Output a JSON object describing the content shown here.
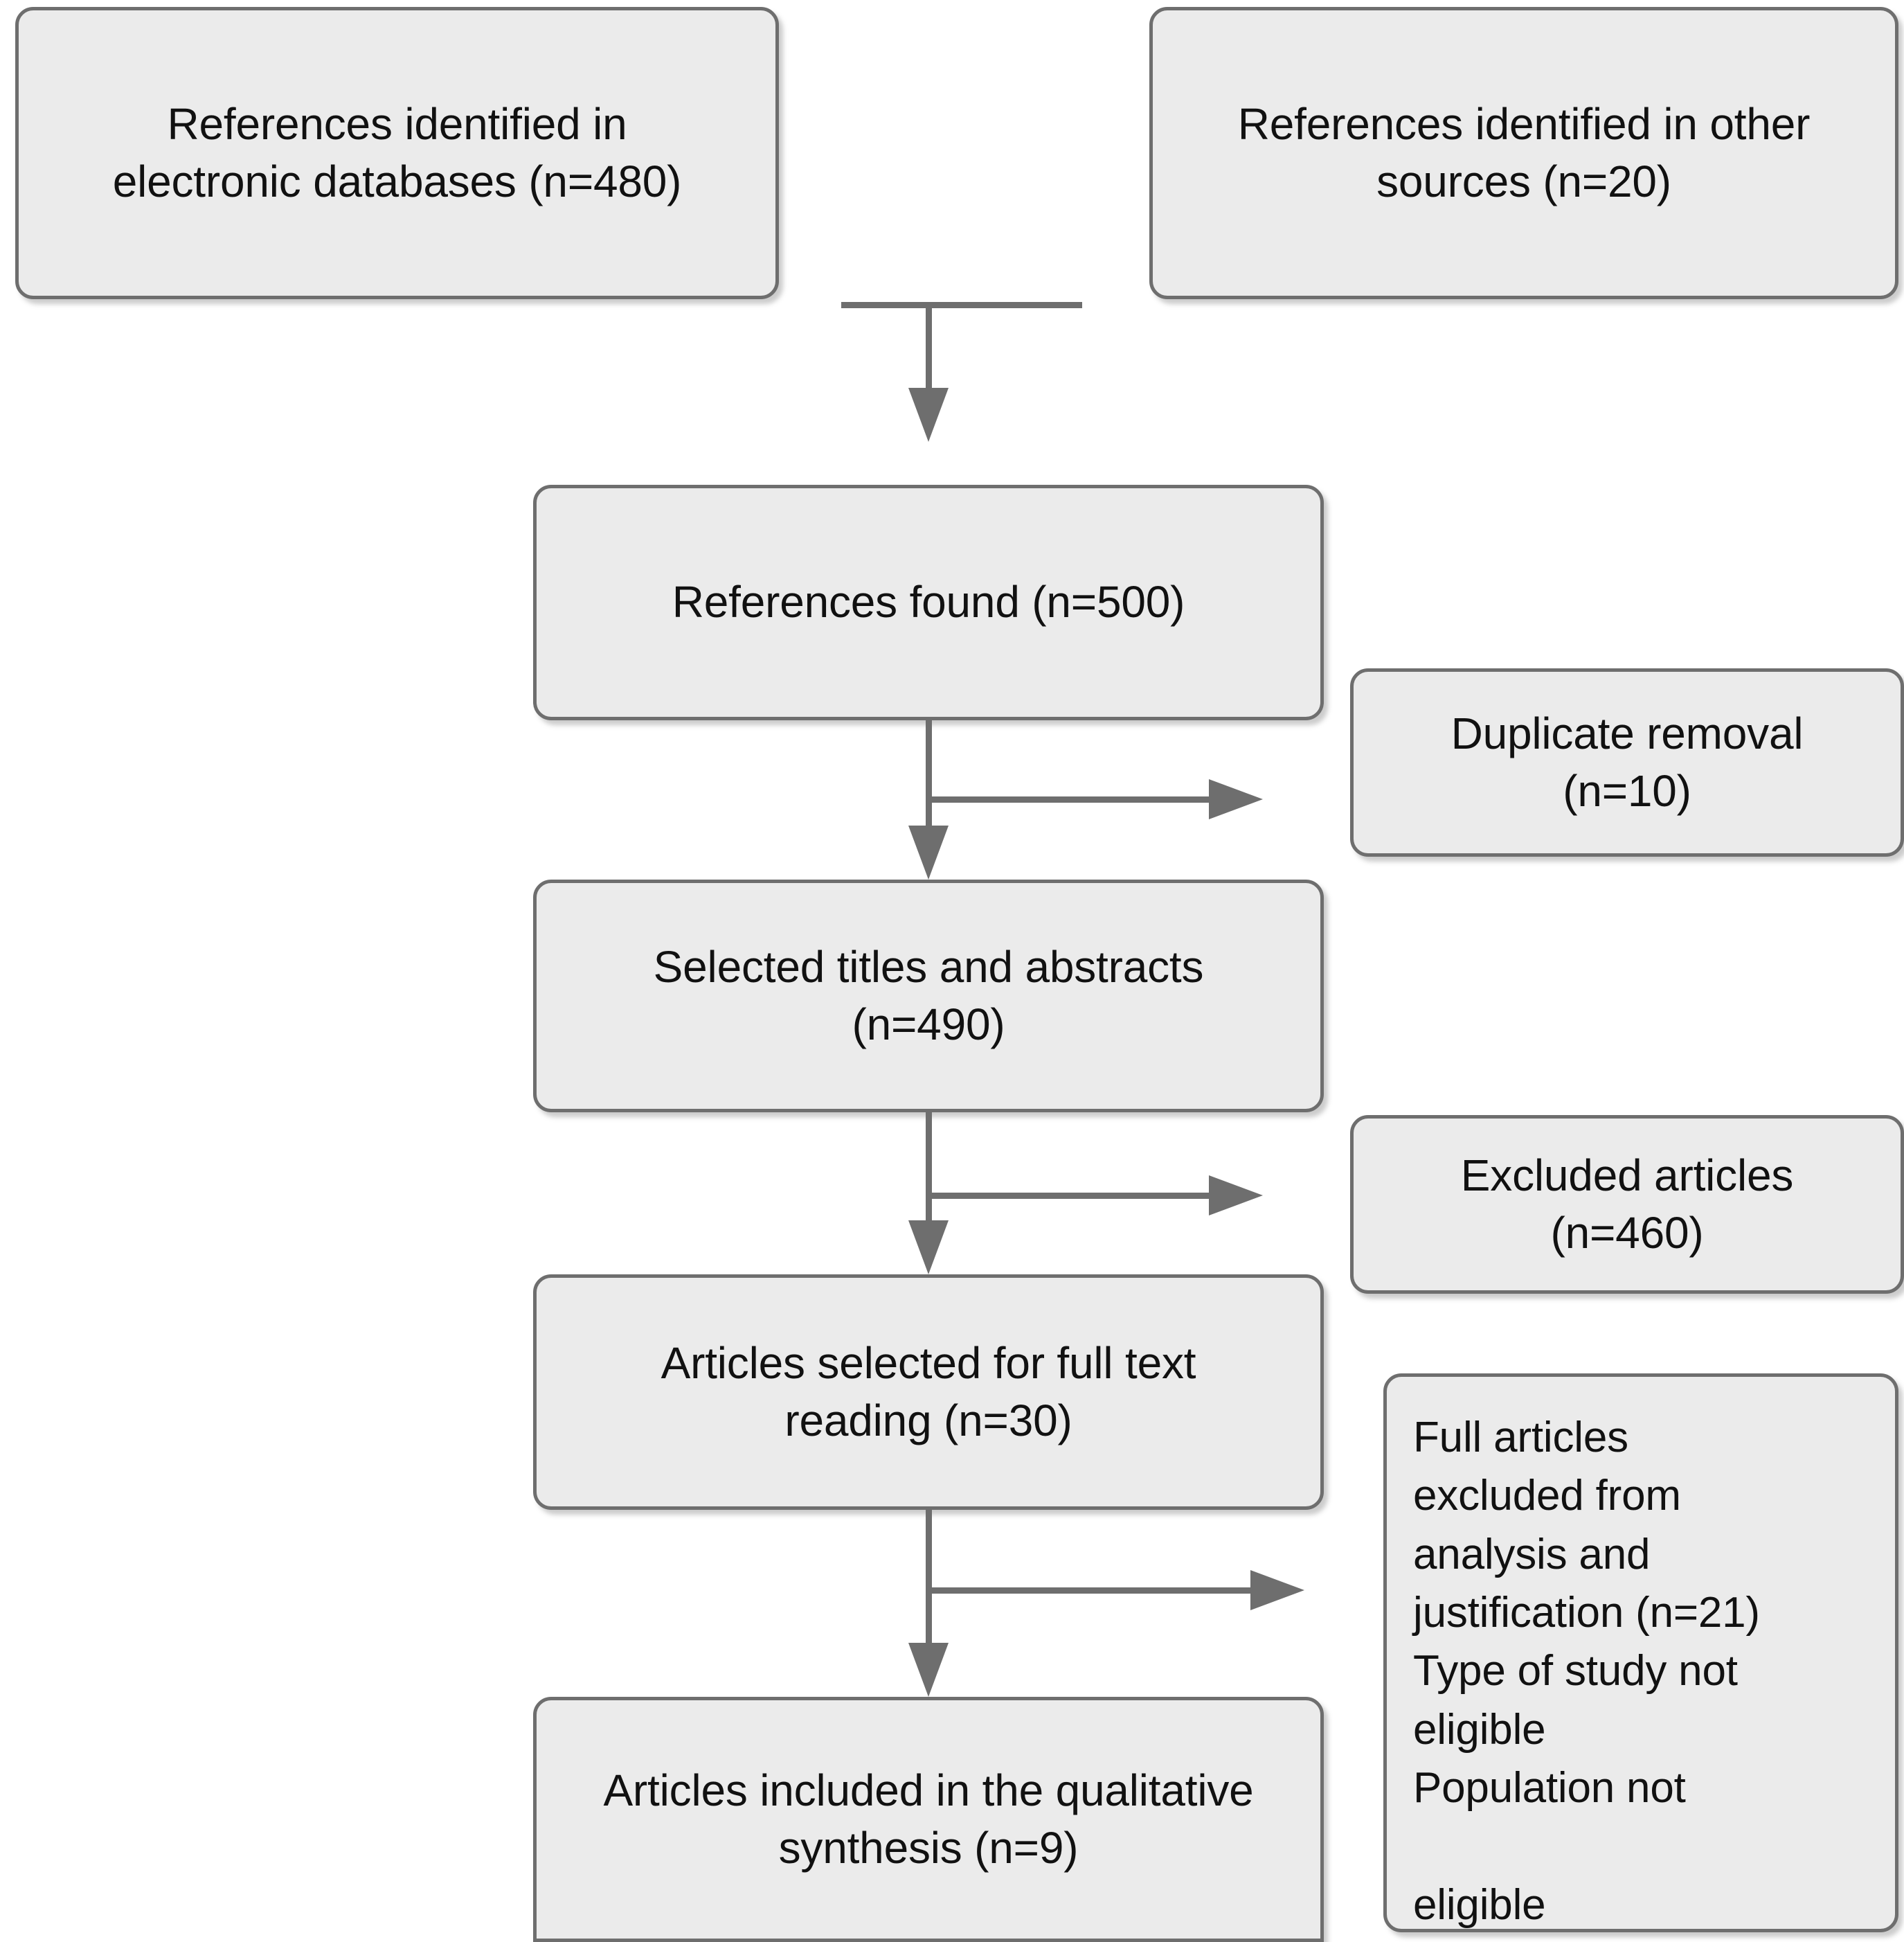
{
  "diagram": {
    "type": "prisma-flow-diagram",
    "background_color": "#ffffff",
    "box_fill_color": "#ebebeb",
    "box_border_color": "#6e6e6e",
    "connector_color": "#6e6e6e",
    "text_color": "#111111"
  },
  "nodes": {
    "electronic_databases": {
      "label": "References identified in\nelectronic databases (n=480)",
      "count": 480
    },
    "other_sources": {
      "label": "References identified in other\nsources (n=20)",
      "count": 20
    },
    "references_found": {
      "label": "References found (n=500)",
      "count": 500
    },
    "duplicate_removal": {
      "label": "Duplicate removal\n(n=10)",
      "count": 10
    },
    "selected_titles_abstracts": {
      "label": "Selected titles and abstracts\n(n=490)",
      "count": 490
    },
    "excluded_articles": {
      "label": "Excluded articles\n(n=460)",
      "count": 460
    },
    "articles_full_text": {
      "label": "Articles selected for full text\nreading (n=30)",
      "count": 30
    },
    "full_articles_excluded": {
      "label": "Full articles\nexcluded from\nanalysis and\njustification (n=21)\nType of study not\neligible\nPopulation not\n\neligible",
      "count": 21
    },
    "articles_included": {
      "label": "Articles included in the qualitative\nsynthesis (n=9)",
      "count": 9
    }
  },
  "connectors": {
    "merge_to_found": "arrow-down",
    "found_to_titles": "arrow-down",
    "found_to_duplicate": "arrow-right",
    "titles_to_fulltext": "arrow-down",
    "titles_to_excluded": "arrow-right",
    "fulltext_to_included": "arrow-down",
    "fulltext_to_fullexcluded": "arrow-right"
  }
}
